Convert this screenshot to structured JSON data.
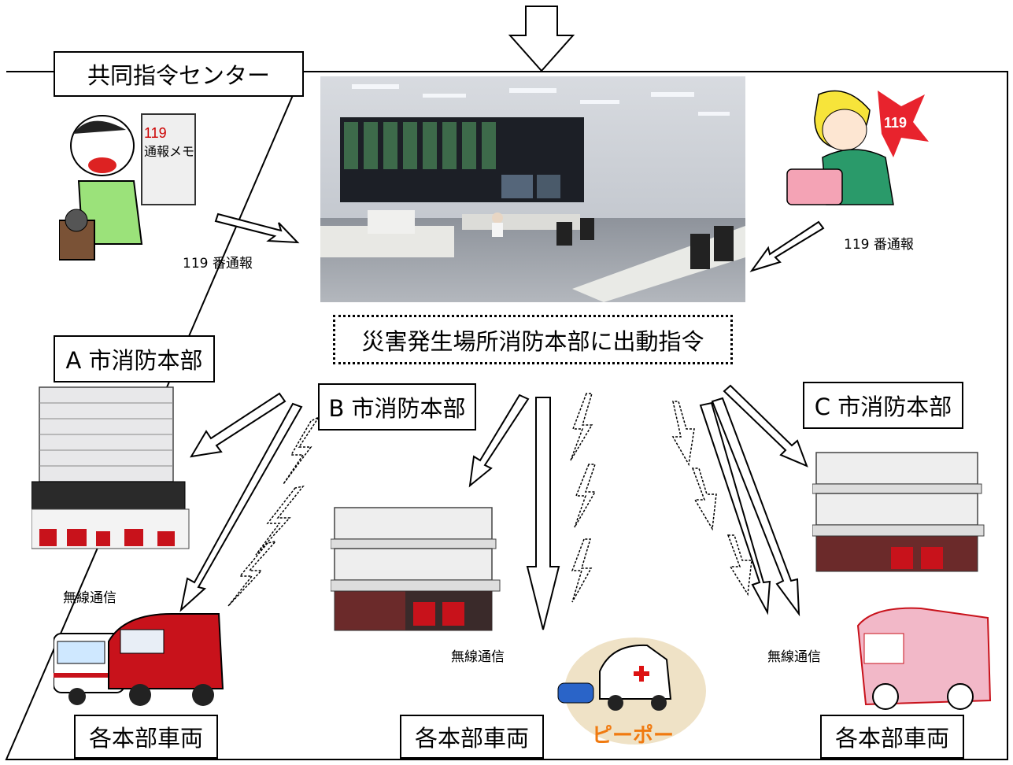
{
  "center": {
    "title": "共同指令センター"
  },
  "dispatch": {
    "text": "災害発生場所消防本部に出動指令"
  },
  "calls": {
    "left_label": "119 番通報",
    "right_label": "119 番通報"
  },
  "departments": [
    {
      "name": "A 市消防本部"
    },
    {
      "name": "B 市消防本部"
    },
    {
      "name": "C 市消防本部"
    }
  ],
  "radio": {
    "left": "無線通信",
    "middle": "無線通信",
    "right": "無線通信"
  },
  "vehicles": [
    {
      "label": "各本部車両"
    },
    {
      "label": "各本部車両"
    },
    {
      "label": "各本部車両"
    }
  ],
  "illustrations": {
    "caller_left_memo": "通報メモ",
    "caller_left_badge": "119",
    "caller_right_badge": "119",
    "ambulance_sound": "ピーポー"
  },
  "colors": {
    "line": "#000000",
    "fire_red": "#c8121b",
    "room_gray": "#9a9ea6"
  }
}
